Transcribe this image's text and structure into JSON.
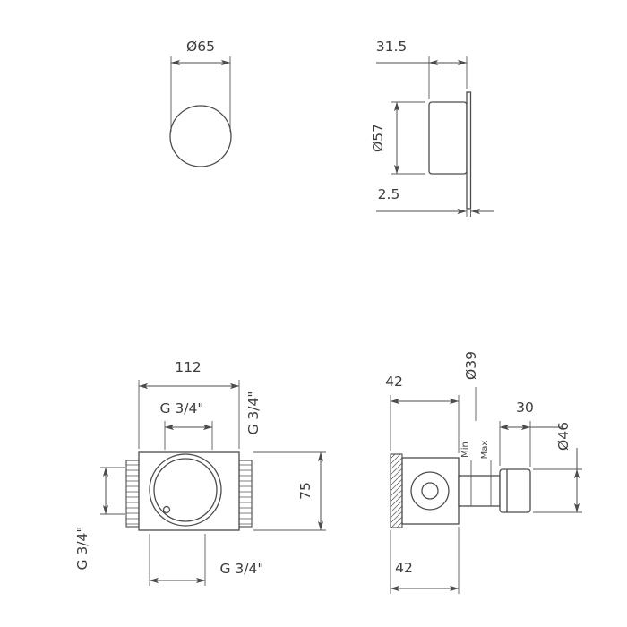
{
  "page": {
    "background_color": "#ffffff",
    "line_color": "#4c4c4c",
    "text_color": "#3c3c3c",
    "description": "Technical dimension drawing of a built-in shower mixer: handle front/side views and valve body front/side views"
  },
  "views": {
    "handle_front": {
      "diameter": "Ø65"
    },
    "handle_side": {
      "depth": "31.5",
      "diameter": "Ø57",
      "plate_thickness": "2.5"
    },
    "body_front": {
      "width": "112",
      "height": "75",
      "thread_top": "G 3/4\"",
      "thread_right": "G 3/4\"",
      "thread_left": "G 3/4\"",
      "thread_bottom": "G 3/4\""
    },
    "body_side": {
      "depth_top": "42",
      "depth_bottom": "42",
      "sleeve_diameter": "Ø39",
      "handle_depth": "30",
      "handle_diameter": "Ø46",
      "min": "Min",
      "max": "Max"
    }
  }
}
